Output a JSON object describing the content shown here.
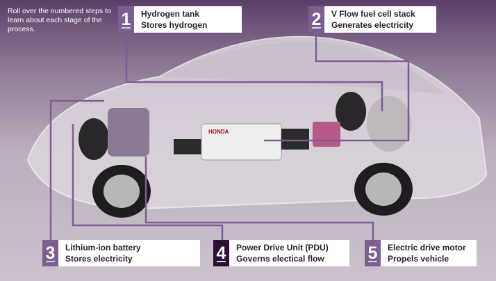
{
  "intro_text": "Roll over the numbered steps  to learn about each stage of the process.",
  "colors": {
    "accent": "#7e5d91",
    "active": "#2d0f33",
    "line": "#7e5d91"
  },
  "active_step": 4,
  "steps": [
    {
      "number": "1",
      "title": "Hydrogen tank",
      "subtitle": "Stores hydrogen"
    },
    {
      "number": "2",
      "title": "V Flow fuel cell stack",
      "subtitle": "Generates electricity"
    },
    {
      "number": "3",
      "title": "Lithium-ion battery",
      "subtitle": "Stores electricity"
    },
    {
      "number": "4",
      "title": "Power Drive Unit (PDU)",
      "subtitle": "Governs electical flow"
    },
    {
      "number": "5",
      "title": "Electric drive motor",
      "subtitle": "Propels vehicle"
    }
  ],
  "stack_brand": "HONDA"
}
